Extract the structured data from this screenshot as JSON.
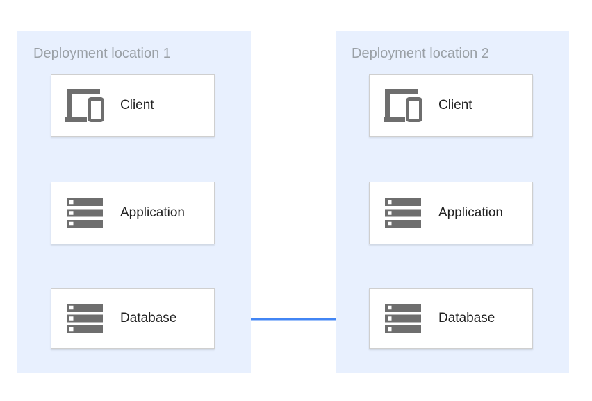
{
  "diagram": {
    "locations": [
      {
        "label": "Deployment location 1",
        "nodes": [
          {
            "label": "Client",
            "icon": "devices-icon"
          },
          {
            "label": "Application",
            "icon": "storage-icon"
          },
          {
            "label": "Database",
            "icon": "storage-icon"
          }
        ]
      },
      {
        "label": "Deployment location 2",
        "nodes": [
          {
            "label": "Client",
            "icon": "devices-icon"
          },
          {
            "label": "Application",
            "icon": "storage-icon"
          },
          {
            "label": "Database",
            "icon": "storage-icon"
          }
        ]
      }
    ],
    "connections": [
      {
        "from": "location-1-client",
        "to": "location-1-application"
      },
      {
        "from": "location-1-application",
        "to": "location-1-database"
      },
      {
        "from": "location-2-client",
        "to": "location-2-application"
      },
      {
        "from": "location-2-application",
        "to": "location-2-database"
      },
      {
        "from": "location-1-database",
        "to": "location-2-database"
      }
    ]
  },
  "colors": {
    "panel_background": "#e8f0fe",
    "node_background": "#ffffff",
    "node_border": "#cfcfcf",
    "icon_gray": "#6e6e6e",
    "arrow_blue": "#4285f4",
    "panel_label_gray": "#9aa0a6",
    "node_label": "#212121"
  }
}
